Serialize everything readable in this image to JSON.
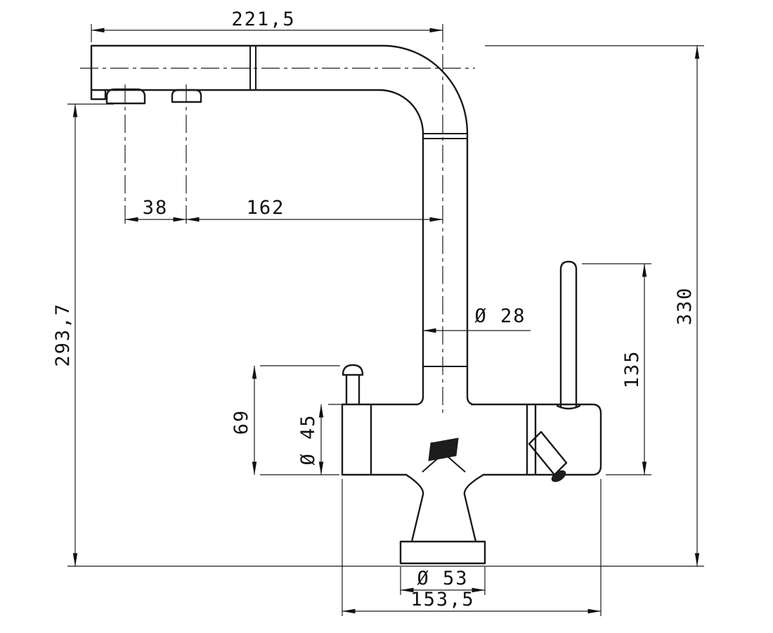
{
  "colors": {
    "ink": "#1a1a1a",
    "background": "#ffffff"
  },
  "dims": {
    "spout_reach": "221,5",
    "nozzle_spacing": "38",
    "nozzle_to_spout_axis": "162",
    "aerator_to_base_height": "293,7",
    "total_height": "330",
    "spout_tube_diameter": "Ø 28",
    "handle_height": "135",
    "knob_height": "69",
    "body_diameter": "Ø 45",
    "base_diameter": "Ø 53",
    "body_length": "153,5"
  }
}
